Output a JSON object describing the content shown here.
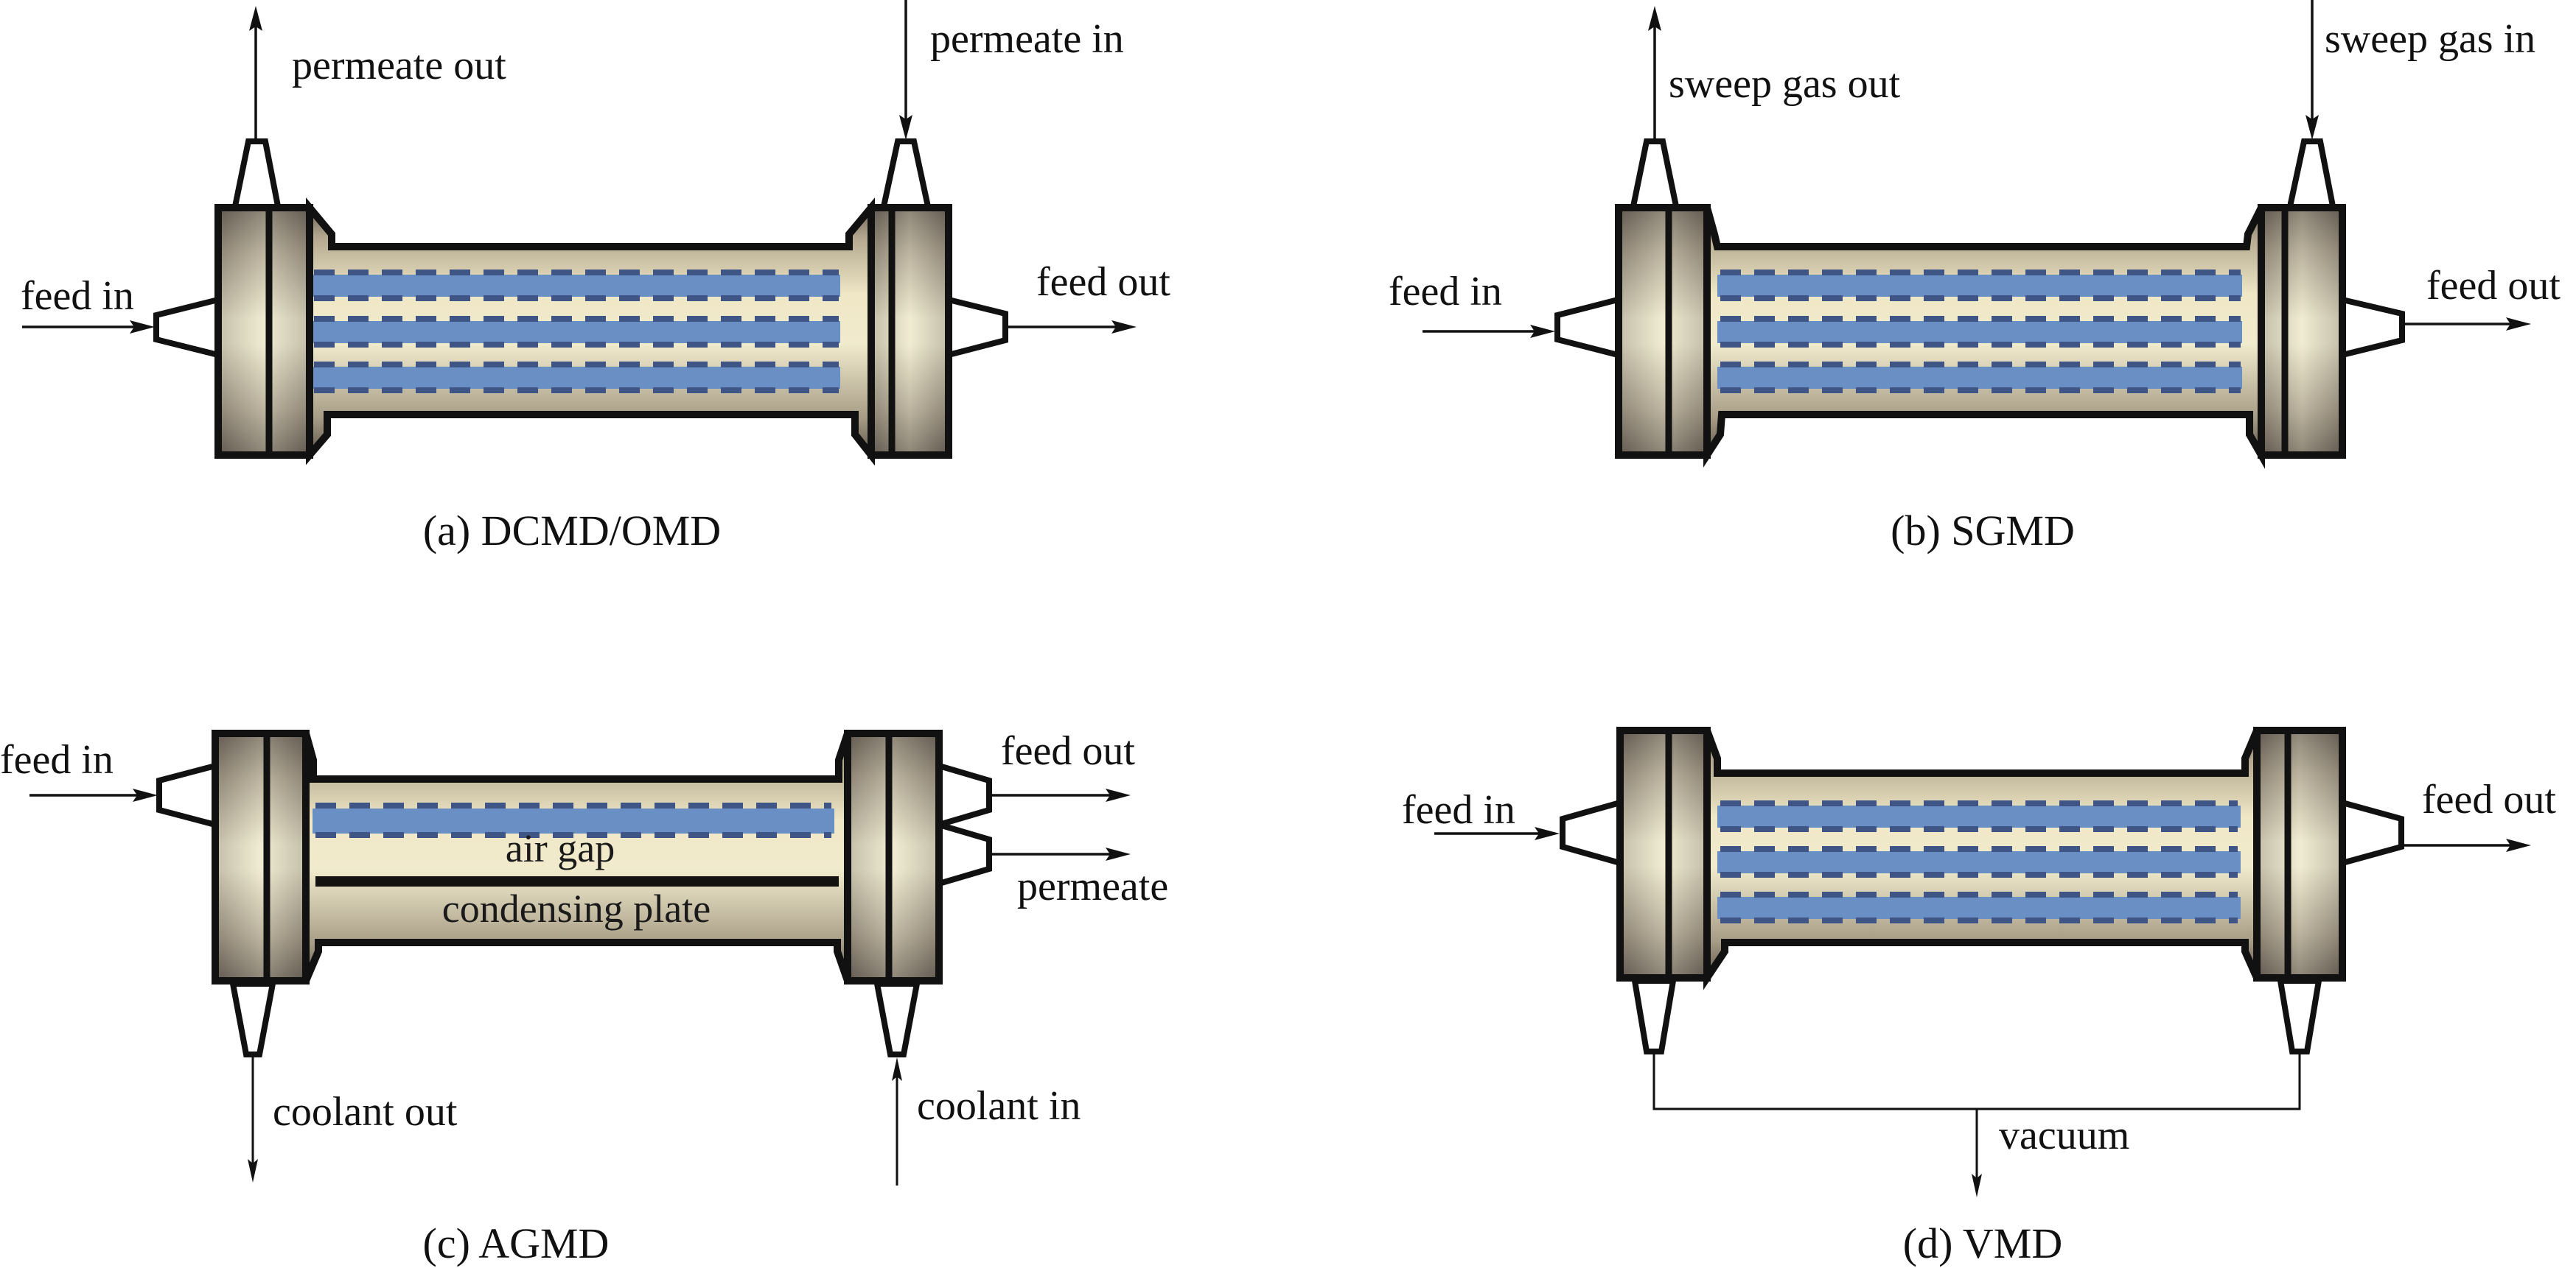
{
  "figure": {
    "colors": {
      "membrane_blue": "#6a8fc4",
      "membrane_dash": "#3f5585",
      "metal_light": "#f3efd6",
      "metal_dark": "#5e564c",
      "outline": "#111111"
    },
    "panels": [
      {
        "id": "a",
        "caption": "(a) DCMD/OMD",
        "labels": {
          "top_left": "permeate out",
          "top_right": "permeate in",
          "left": "feed in",
          "right": "feed out"
        }
      },
      {
        "id": "b",
        "caption": "(b) SGMD",
        "labels": {
          "top_left": "sweep gas out",
          "top_right": "sweep gas in",
          "left": "feed in",
          "right": "feed out"
        }
      },
      {
        "id": "c",
        "caption": "(c) AGMD",
        "labels": {
          "left": "feed in",
          "right_top": "feed out",
          "right_bottom": "permeate",
          "bottom_left": "coolant out",
          "bottom_right": "coolant in",
          "inner_gap": "air gap",
          "inner_plate": "condensing plate"
        }
      },
      {
        "id": "d",
        "caption": "(d) VMD",
        "labels": {
          "left": "feed in",
          "right": "feed out",
          "bottom": "vacuum"
        }
      }
    ]
  }
}
